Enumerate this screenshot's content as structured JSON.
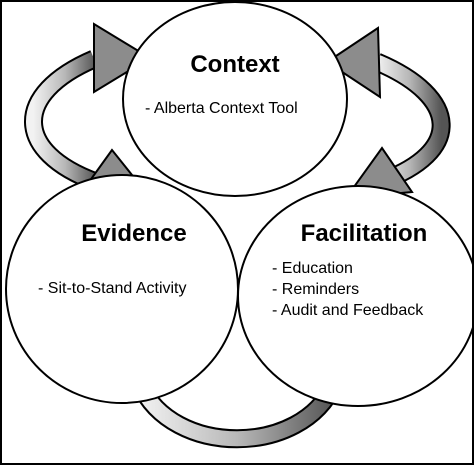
{
  "diagram": {
    "nodes": {
      "context": {
        "title": "Context",
        "items": [
          "- Alberta Context Tool"
        ]
      },
      "evidence": {
        "title": "Evidence",
        "items": [
          "- Sit-to-Stand Activity"
        ]
      },
      "facilitation": {
        "title": "Facilitation",
        "items": [
          "- Education",
          "- Reminders",
          "- Audit and Feedback"
        ]
      }
    },
    "connections": [
      {
        "from": "evidence",
        "to": "context",
        "style": "curved-double-arrow"
      },
      {
        "from": "context",
        "to": "facilitation",
        "style": "curved-double-arrow"
      },
      {
        "from": "facilitation",
        "to": "evidence",
        "style": "curved-double-arrow"
      }
    ],
    "colors": {
      "outline": "#000000",
      "circle_fill": "#ffffff",
      "arrow_light": "#f2f2f2",
      "arrow_mid": "#b8b8b8",
      "arrow_dark": "#555555",
      "arrowhead": "#8c8c8c"
    }
  }
}
